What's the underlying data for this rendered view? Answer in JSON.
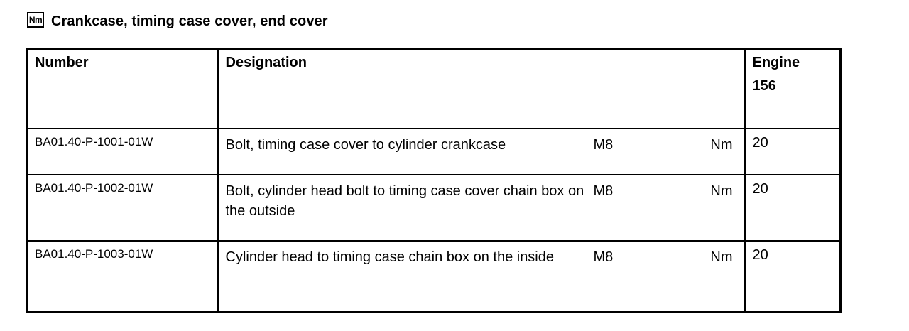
{
  "header": {
    "icon_label": "Nm",
    "title": "Crankcase, timing case cover, end cover"
  },
  "table": {
    "columns": {
      "number": "Number",
      "designation": "Designation",
      "engine_line1": "Engine",
      "engine_line2": "156"
    },
    "rows": [
      {
        "number": "BA01.40-P-1001-01W",
        "designation": "Bolt, timing case cover to cylinder crankcase",
        "size": "M8",
        "unit": "Nm",
        "value": "20"
      },
      {
        "number": "BA01.40-P-1002-01W",
        "designation": "Bolt, cylinder head bolt to timing case cover chain box on the outside",
        "size": "M8",
        "unit": "Nm",
        "value": "20"
      },
      {
        "number": "BA01.40-P-1003-01W",
        "designation": "Cylinder head to timing case chain box on the inside",
        "size": "M8",
        "unit": "Nm",
        "value": "20"
      }
    ]
  }
}
